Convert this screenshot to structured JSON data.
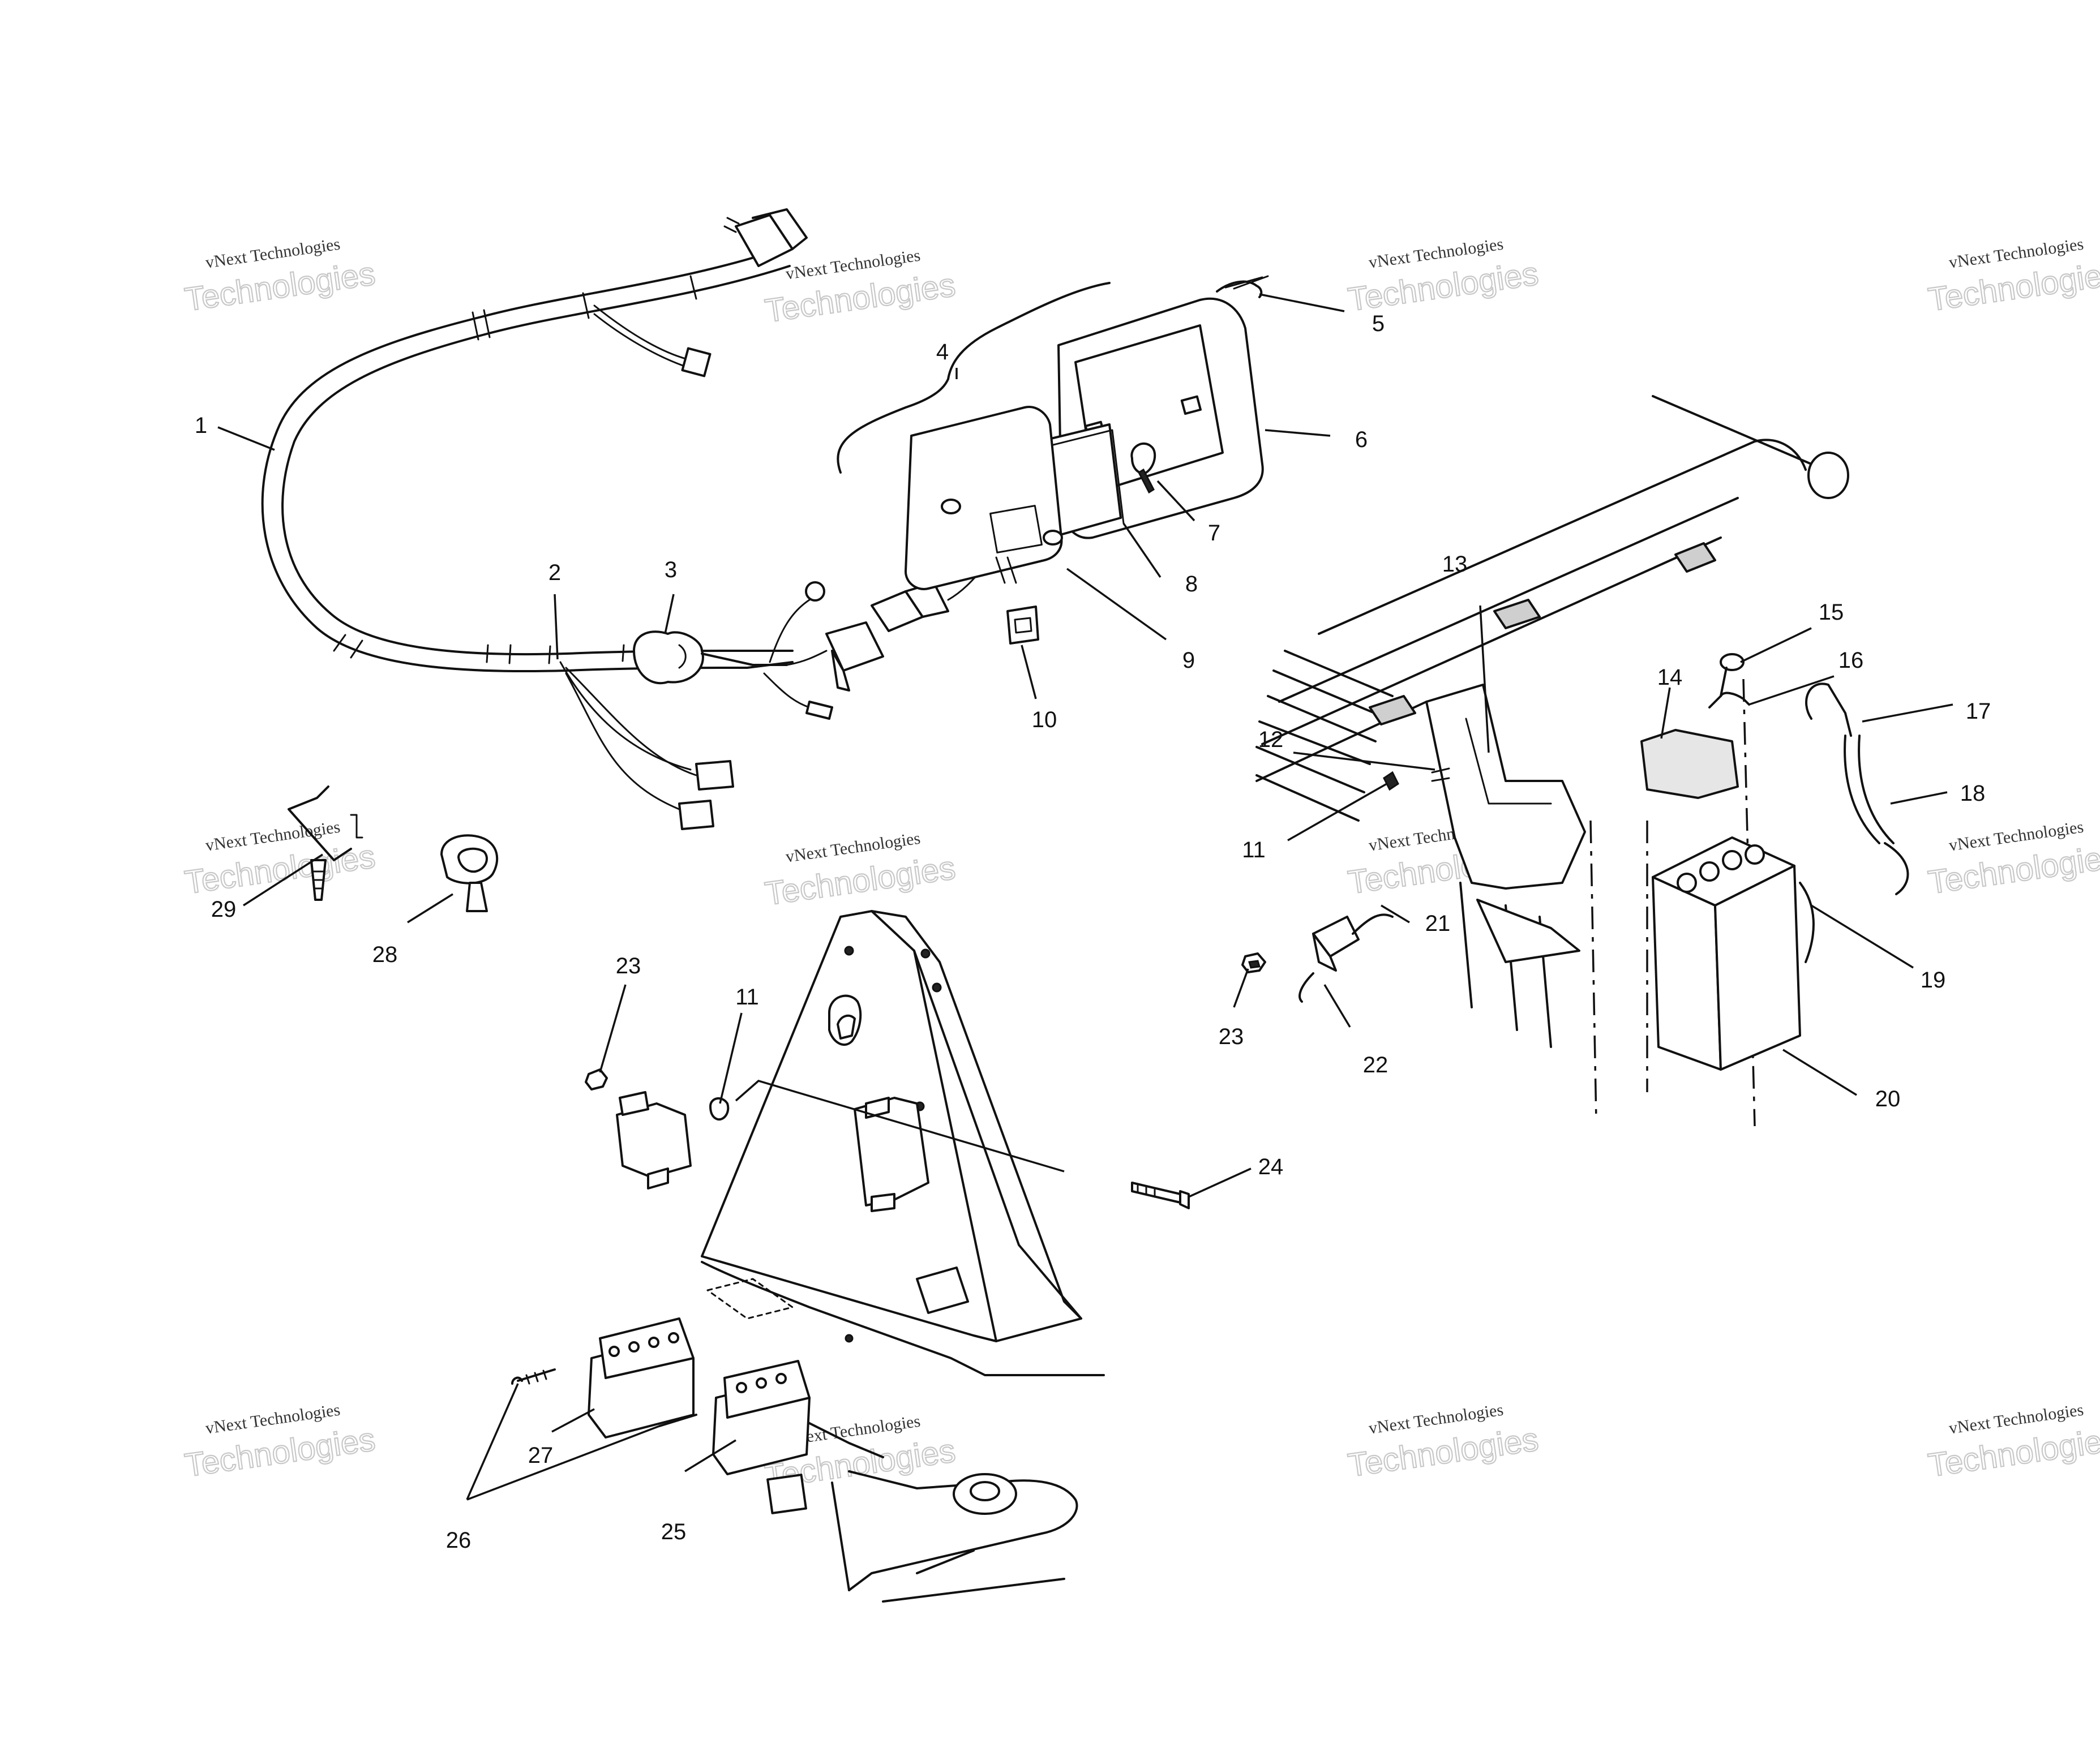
{
  "callouts": {
    "c1": "1",
    "c2": "2",
    "c3": "3",
    "c4": "4",
    "c5": "5",
    "c6": "6",
    "c7": "7",
    "c8": "8",
    "c9": "9",
    "c10": "10",
    "c11a": "11",
    "c11b": "11",
    "c12": "12",
    "c13": "13",
    "c14": "14",
    "c15": "15",
    "c16": "16",
    "c17": "17",
    "c18": "18",
    "c19": "19",
    "c20": "20",
    "c21": "21",
    "c22": "22",
    "c23a": "23",
    "c23b": "23",
    "c24": "24",
    "c25": "25",
    "c26": "26",
    "c27": "27",
    "c28": "28",
    "c29": "29"
  },
  "watermark": {
    "line1": "vNext Technologies",
    "line2": "Technologies"
  }
}
